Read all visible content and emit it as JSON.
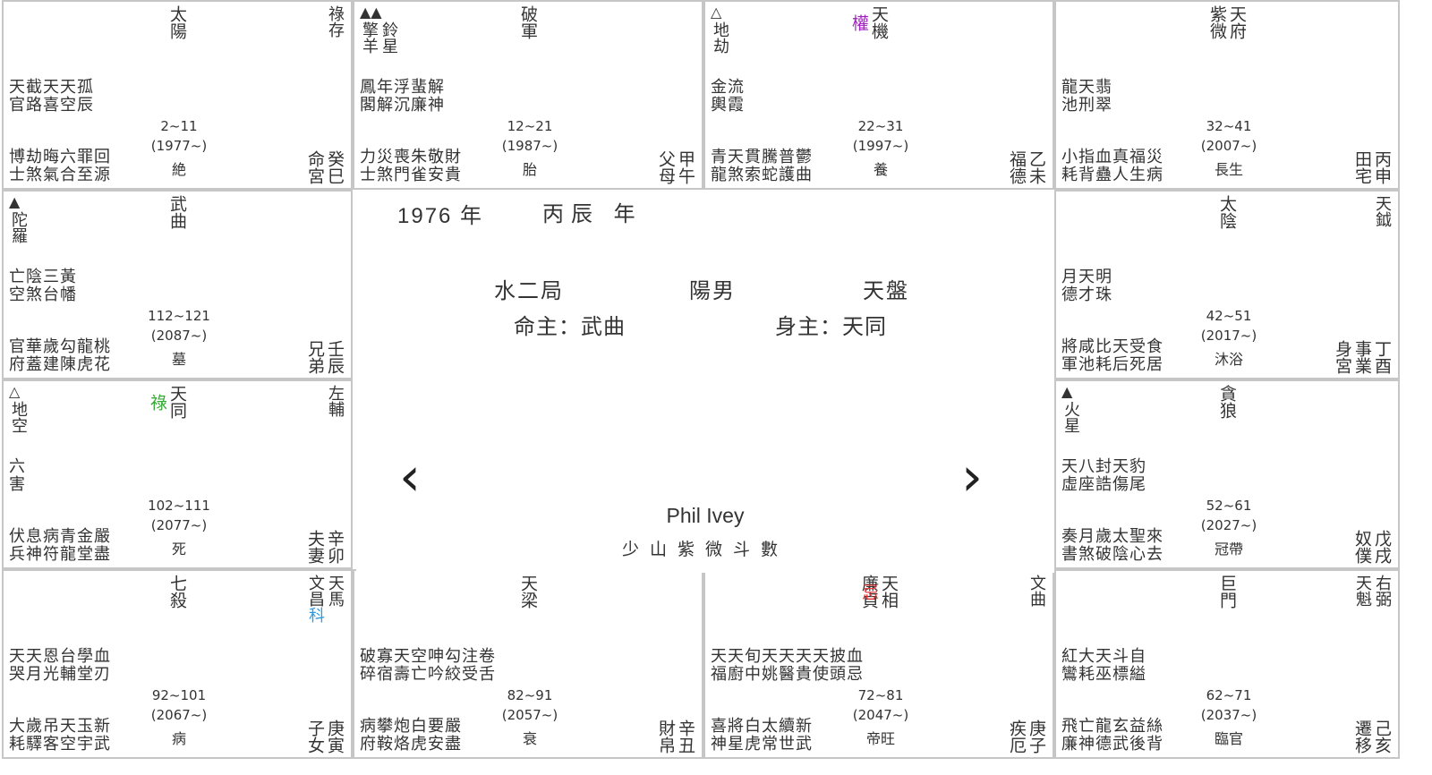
{
  "header": {
    "year": "1976 年",
    "ganzhi": "丙辰 年",
    "bureau": "水二局",
    "gender": "陽男",
    "chart_type": "天盤",
    "life_master": "命主：武曲",
    "body_master": "身主：天同",
    "person_name": "Phil Ivey",
    "app_name": "少山紫微斗數",
    "prev_arrow": "‹",
    "next_arrow": "›"
  },
  "palaces": [
    {
      "id": "si",
      "flags": "",
      "main": [
        "太陽"
      ],
      "hua": "",
      "hua_color": "",
      "right_minor": [
        "祿存"
      ],
      "left_minor": [],
      "row1": "天截天天孤",
      "row2": "官路喜空辰",
      "age": "2~11",
      "year": "(1977~)",
      "stage": "絶",
      "bot1": "博劫晦六罪回",
      "bot2": "士煞氣合至源",
      "pal_name": "命宮",
      "branch": "癸巳"
    },
    {
      "id": "wu",
      "flags": "▲▲",
      "main": [
        "破軍"
      ],
      "hua": "",
      "hua_color": "",
      "right_minor": [],
      "left_minor": [
        "擎羊",
        "鈴星"
      ],
      "row1": "鳳年浮蜚解",
      "row2": "閣解沉廉神",
      "age": "12~21",
      "year": "(1987~)",
      "stage": "胎",
      "bot1": "力災喪朱敬財",
      "bot2": "士煞門雀安貴",
      "pal_name": "父母",
      "branch": "甲午"
    },
    {
      "id": "wei",
      "flags": "△",
      "main": [
        "天機"
      ],
      "hua": "權",
      "hua_color": "purple",
      "right_minor": [],
      "left_minor": [
        "地劫"
      ],
      "row1": "金流",
      "row2": "輿霞",
      "age": "22~31",
      "year": "(1997~)",
      "stage": "養",
      "bot1": "青天貫騰普鬱",
      "bot2": "龍煞索蛇護曲",
      "pal_name": "福德",
      "branch": "乙未"
    },
    {
      "id": "shen",
      "flags": "",
      "main": [
        "紫微",
        "天府"
      ],
      "hua": "",
      "hua_color": "",
      "right_minor": [],
      "left_minor": [],
      "row1": "龍天翡",
      "row2": "池刑翠",
      "age": "32~41",
      "year": "(2007~)",
      "stage": "長生",
      "bot1": "小指血真福災",
      "bot2": "耗背蠱人生病",
      "pal_name": "田宅",
      "branch": "丙申"
    },
    {
      "id": "chen",
      "flags": "▲",
      "main": [
        "武曲"
      ],
      "hua": "",
      "hua_color": "",
      "right_minor": [],
      "left_minor": [
        "陀羅"
      ],
      "row1": "亡陰三黃",
      "row2": "空煞台幡",
      "age": "112~121",
      "year": "(2087~)",
      "stage": "墓",
      "bot1": "官華歲勾龍桃",
      "bot2": "府蓋建陳虎花",
      "pal_name": "兄弟",
      "branch": "壬辰"
    },
    {
      "id": "you",
      "flags": "",
      "main": [
        "太陰"
      ],
      "hua": "",
      "hua_color": "",
      "right_minor": [
        "天鉞"
      ],
      "left_minor": [],
      "row1": "月天明",
      "row2": "德才珠",
      "age": "42~51",
      "year": "(2017~)",
      "stage": "沐浴",
      "bot1": "將咸比天受食",
      "bot2": "軍池耗后死居",
      "pal_name": "身宮",
      "pal_name2": "事業",
      "branch": "丁酉"
    },
    {
      "id": "mao",
      "flags": "△",
      "main": [
        "天同"
      ],
      "hua": "祿",
      "hua_color": "green",
      "right_minor": [
        "左輔"
      ],
      "left_minor": [
        "地空"
      ],
      "row1": "六",
      "row2": "害",
      "age": "102~111",
      "year": "(2077~)",
      "stage": "死",
      "bot1": "伏息病青金嚴",
      "bot2": "兵神符龍堂盡",
      "pal_name": "夫妻",
      "branch": "辛卯"
    },
    {
      "id": "xu",
      "flags": "▲",
      "main": [
        "貪狼"
      ],
      "hua": "",
      "hua_color": "",
      "right_minor": [],
      "left_minor": [
        "火星"
      ],
      "row1": "天八封天豹",
      "row2": "虛座誥傷尾",
      "age": "52~61",
      "year": "(2027~)",
      "stage": "冠帶",
      "bot1": "奏月歲太聖來",
      "bot2": "書煞破陰心去",
      "pal_name": "奴僕",
      "branch": "戊戌"
    },
    {
      "id": "yin",
      "flags": "",
      "main": [
        "七殺"
      ],
      "hua": "",
      "hua_color": "",
      "right_minor": [
        "文昌",
        "天馬"
      ],
      "right_hua": "科",
      "right_hua_color": "blue",
      "left_minor": [],
      "row1": "天天恩台學血",
      "row2": "哭月光輔堂刃",
      "age": "92~101",
      "year": "(2067~)",
      "stage": "病",
      "bot1": "大歲吊天玉新",
      "bot2": "耗驛客空宇武",
      "pal_name": "子女",
      "branch": "庚寅"
    },
    {
      "id": "chou",
      "flags": "",
      "main": [
        "天梁"
      ],
      "hua": "",
      "hua_color": "",
      "right_minor": [],
      "left_minor": [],
      "row1": "破寡天空呻勾注卷",
      "row2": "碎宿壽亡吟絞受舌",
      "age": "82~91",
      "year": "(2057~)",
      "stage": "衰",
      "bot1": "病攀炮白要嚴",
      "bot2": "府鞍烙虎安盡",
      "pal_name": "財帛",
      "branch": "辛丑"
    },
    {
      "id": "zi",
      "flags": "",
      "main": [
        "廉貞",
        "天相"
      ],
      "hua": "忌",
      "hua_color": "red",
      "right_minor": [
        "文曲"
      ],
      "left_minor": [],
      "row1": "天天旬天天天天披血",
      "row2": "福廚中姚醫貴使頭忌",
      "age": "72~81",
      "year": "(2047~)",
      "stage": "帝旺",
      "bot1": "喜將白太續新",
      "bot2": "神星虎常世武",
      "pal_name": "疾厄",
      "branch": "庚子"
    },
    {
      "id": "hai",
      "flags": "",
      "main": [
        "巨門"
      ],
      "hua": "",
      "hua_color": "",
      "right_minor": [
        "天魁",
        "右弼"
      ],
      "left_minor": [],
      "row1": "紅大天斗自",
      "row2": "鸞耗巫標縊",
      "age": "62~71",
      "year": "(2037~)",
      "stage": "臨官",
      "bot1": "飛亡龍玄益絲",
      "bot2": "廉神德武後背",
      "pal_name": "遷移",
      "branch": "己亥"
    }
  ],
  "colors": {
    "border": "#c6c6c6",
    "text": "#333333",
    "hua_red": "#e43b3b",
    "hua_green": "#33aa33",
    "hua_purple": "#a020c0",
    "hua_blue": "#2f9be0"
  }
}
